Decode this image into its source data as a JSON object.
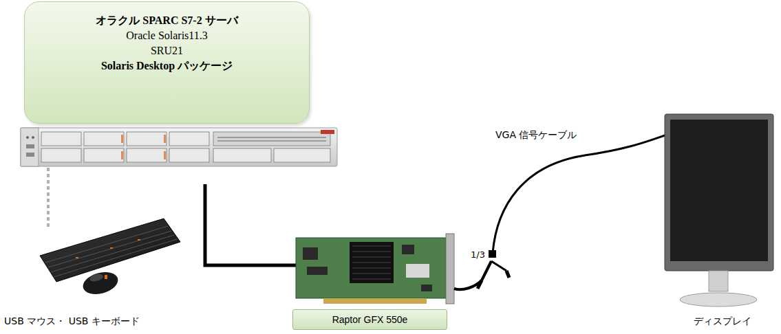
{
  "diagram": {
    "nodes": [
      {
        "text": [
          "オラクル SPARC S7-2 サーバ",
          "Oracle Solaris11.3",
          "SRU21",
          "Solaris Desktop パッケージ"
        ]
      },
      {
        "text": [
          "Raptor GFX 550e"
        ]
      }
    ],
    "labels": [
      "VGA 信号ケーブル",
      "1/3",
      "USB マウス・ USB キーボード",
      "ディスプレイ"
    ]
  }
}
